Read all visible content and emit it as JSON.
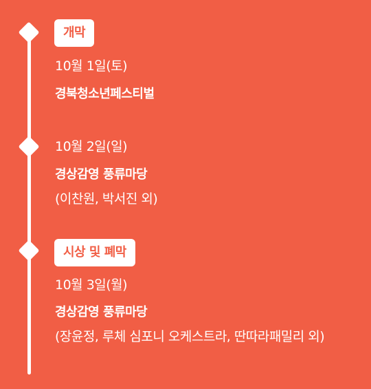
{
  "events": [
    {
      "badge": "개막",
      "date": "10월 1일(토)",
      "venue": "경북청소년페스티벌",
      "performers": ""
    },
    {
      "badge": "",
      "date": "10월 2일(일)",
      "venue": "경상감영 풍류마당",
      "performers": "(이찬원, 박서진 외)"
    },
    {
      "badge": "시상 및 폐막",
      "date": "10월 3일(월)",
      "venue": "경상감영 풍류마당",
      "performers": "(장윤정, 루체 심포니 오케스트라, 딴따라패밀리 외)"
    }
  ],
  "colors": {
    "background": "#F15E45",
    "foreground": "#FFFFFF"
  }
}
